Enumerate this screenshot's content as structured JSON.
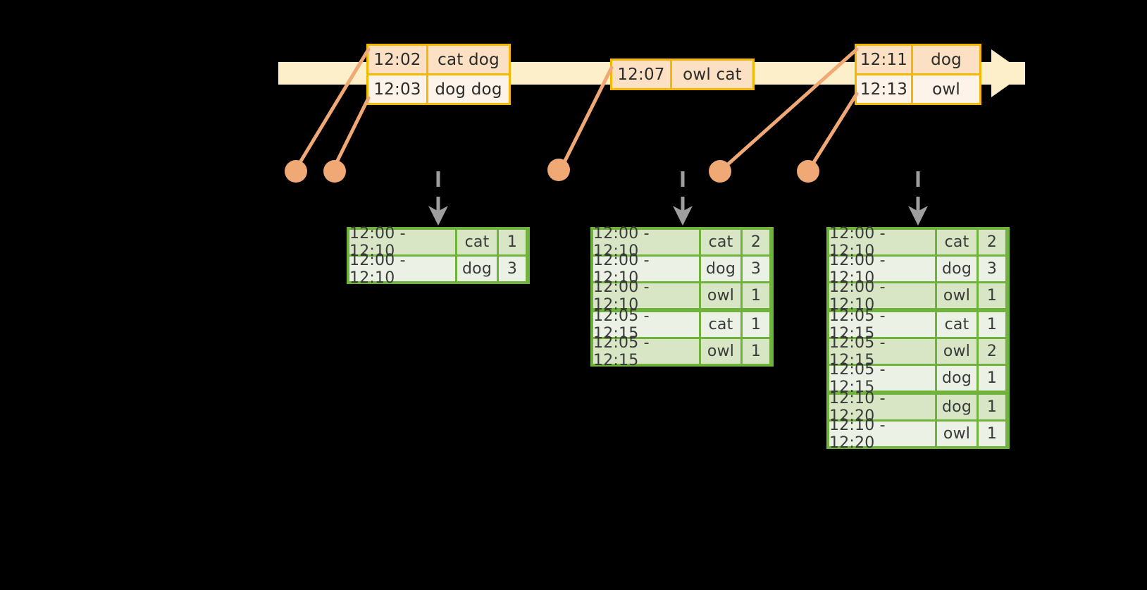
{
  "diagram": {
    "title": "windowed-event-aggregation",
    "colors": {
      "background": "#000000",
      "timeline_bar": "#FDEFC9",
      "event_border": "#F5B800",
      "event_fill_dark": "#FBE0C4",
      "event_fill_light": "#FDF3E8",
      "connector": "#F0A875",
      "result_border": "#6FB23C",
      "result_fill_dark": "#D8E6C6",
      "result_fill_light": "#EBF1E4",
      "dashed_arrow": "#9E9E9E"
    }
  },
  "timeline": {
    "name": "event-stream-timeline",
    "event_groups": [
      {
        "id": "group-1",
        "rows": [
          {
            "time": "12:02",
            "words": "cat dog"
          },
          {
            "time": "12:03",
            "words": "dog dog"
          }
        ]
      },
      {
        "id": "group-2",
        "rows": [
          {
            "time": "12:07",
            "words": "owl cat"
          }
        ]
      },
      {
        "id": "group-3",
        "rows": [
          {
            "time": "12:11",
            "words": "dog"
          },
          {
            "time": "12:13",
            "words": "owl"
          }
        ]
      }
    ]
  },
  "results": [
    {
      "id": "result-table-1",
      "rows": [
        {
          "window": "12:00 - 12:10",
          "word": "cat",
          "count": "1"
        },
        {
          "window": "12:00 - 12:10",
          "word": "dog",
          "count": "3"
        }
      ]
    },
    {
      "id": "result-table-2",
      "rows": [
        {
          "window": "12:00 - 12:10",
          "word": "cat",
          "count": "2"
        },
        {
          "window": "12:00 - 12:10",
          "word": "dog",
          "count": "3"
        },
        {
          "window": "12:00 - 12:10",
          "word": "owl",
          "count": "1"
        },
        {
          "window": "12:05 - 12:15",
          "word": "cat",
          "count": "1"
        },
        {
          "window": "12:05 - 12:15",
          "word": "owl",
          "count": "1"
        }
      ]
    },
    {
      "id": "result-table-3",
      "rows": [
        {
          "window": "12:00 - 12:10",
          "word": "cat",
          "count": "2"
        },
        {
          "window": "12:00 - 12:10",
          "word": "dog",
          "count": "3"
        },
        {
          "window": "12:00 - 12:10",
          "word": "owl",
          "count": "1"
        },
        {
          "window": "12:05 - 12:15",
          "word": "cat",
          "count": "1"
        },
        {
          "window": "12:05 - 12:15",
          "word": "owl",
          "count": "2"
        },
        {
          "window": "12:05 - 12:15",
          "word": "dog",
          "count": "1"
        },
        {
          "window": "12:10 - 12:20",
          "word": "dog",
          "count": "1"
        },
        {
          "window": "12:10 - 12:20",
          "word": "owl",
          "count": "1"
        }
      ]
    }
  ]
}
